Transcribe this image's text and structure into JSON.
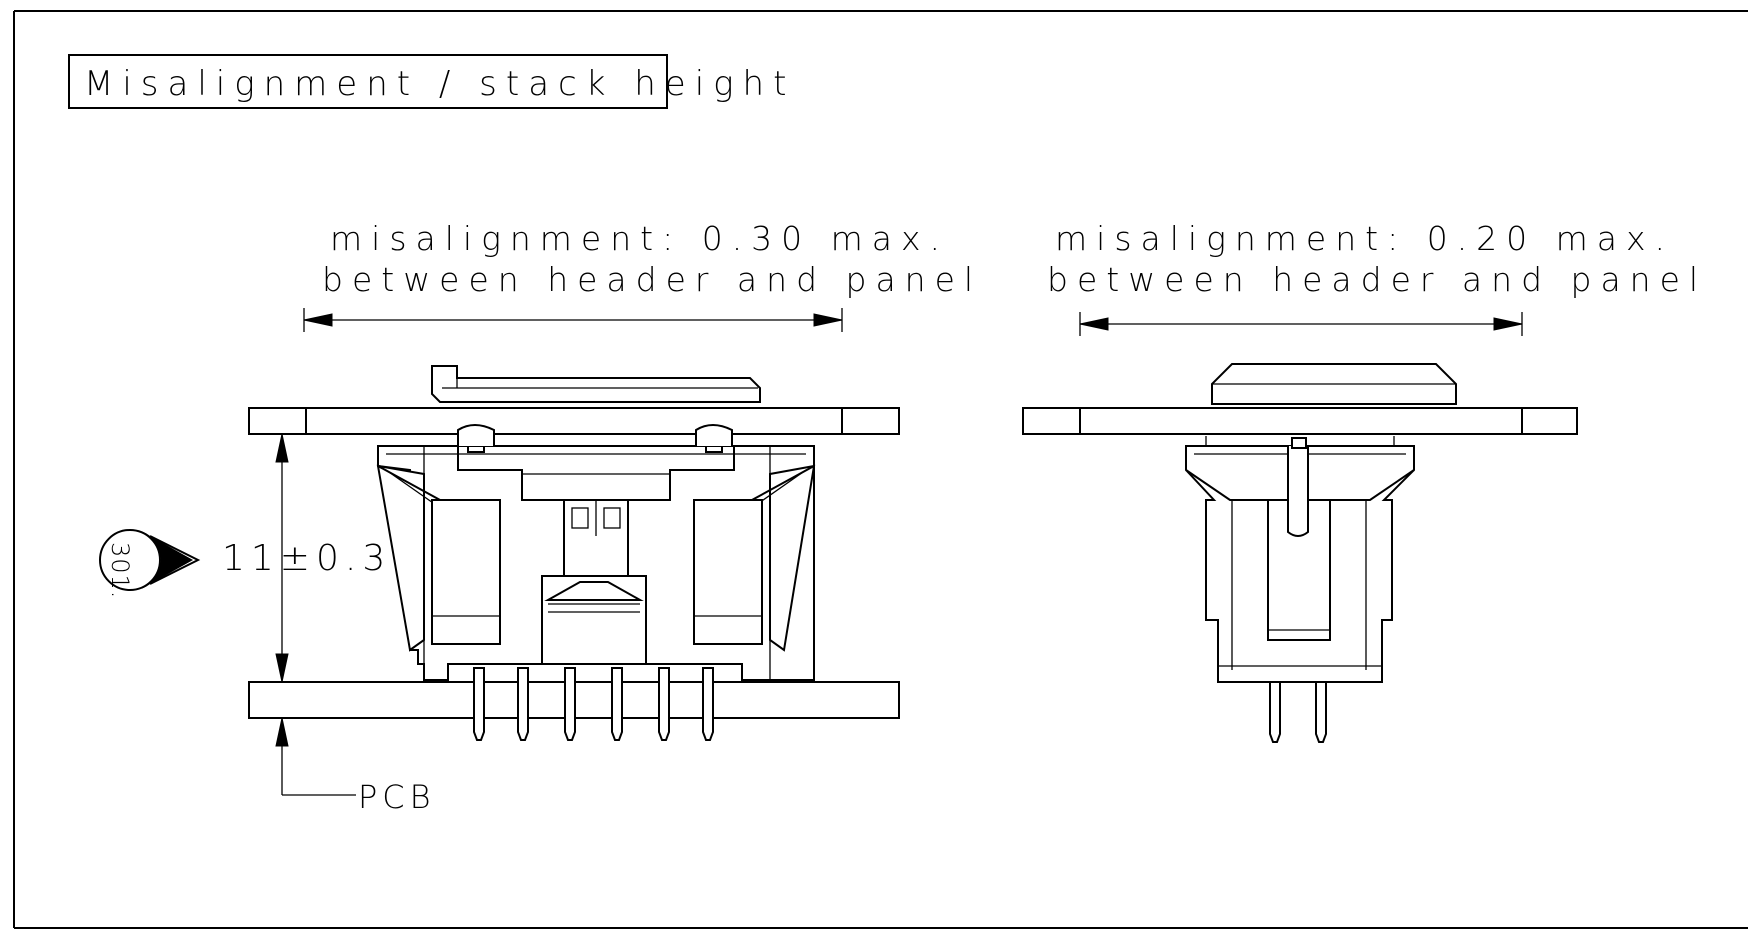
{
  "title": "Misalignment / stack height",
  "left_view": {
    "note_line1": "misalignment: 0.30 max.",
    "note_line2": "between header and panel"
  },
  "right_view": {
    "note_line1": "misalignment: 0.20 max.",
    "note_line2": "between header and panel"
  },
  "stack_height": "11±0.3",
  "inspection_balloon": "301.",
  "pcb_label": "PCB",
  "line_color": "#000000",
  "background_color": "#ffffff"
}
